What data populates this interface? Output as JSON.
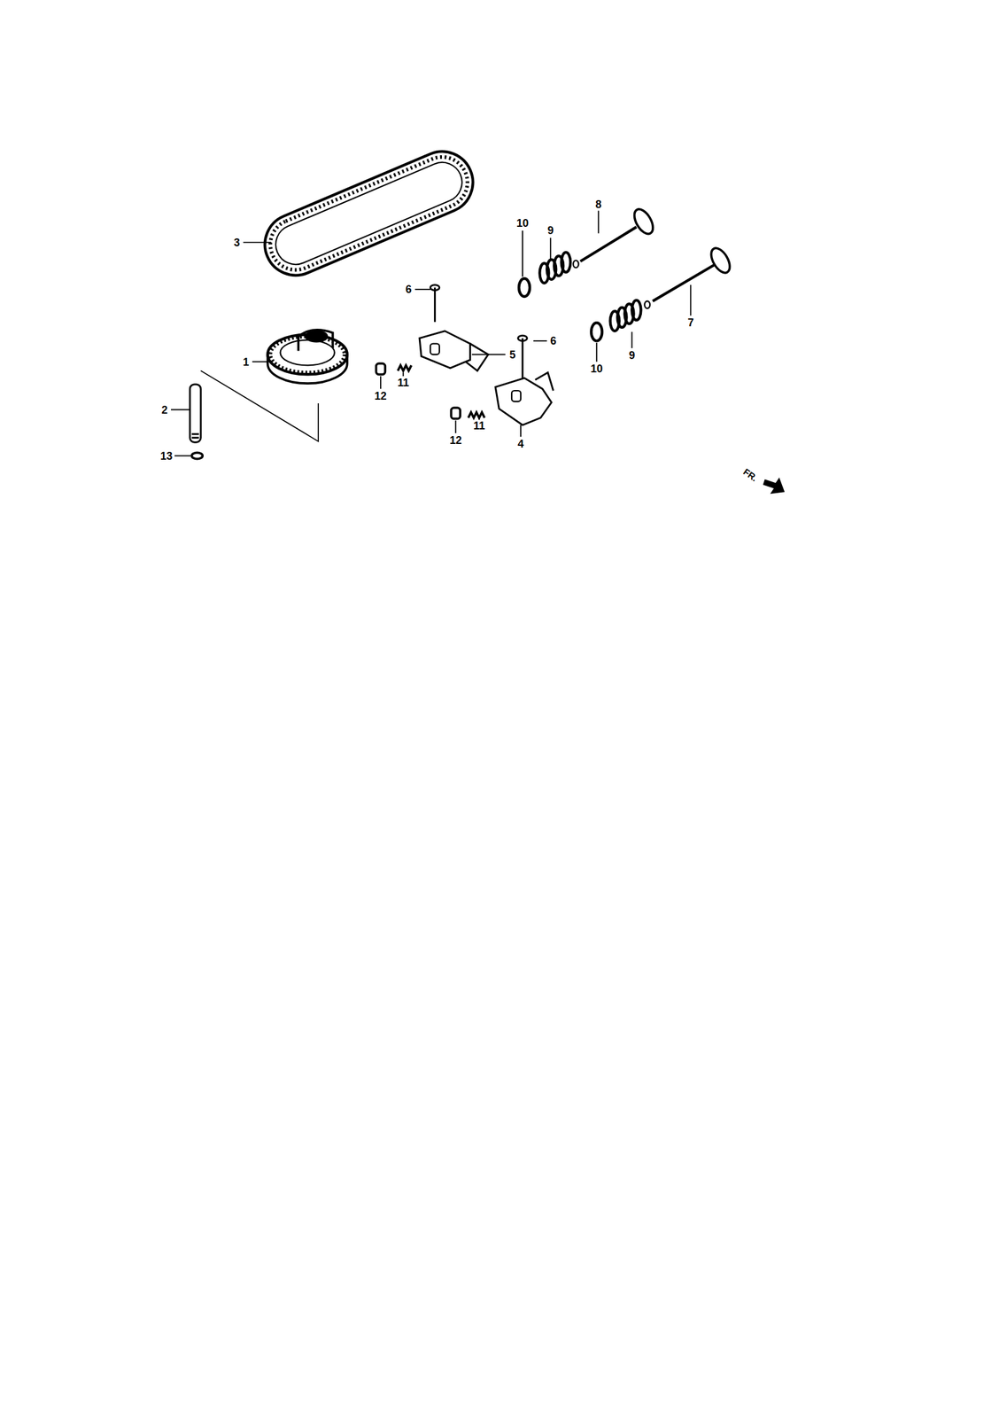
{
  "diagram": {
    "labels": [
      "3",
      "8",
      "10",
      "9",
      "6",
      "5",
      "6",
      "1",
      "12",
      "11",
      "10",
      "9",
      "7",
      "2",
      "12",
      "11",
      "4",
      "13",
      "FR."
    ]
  }
}
